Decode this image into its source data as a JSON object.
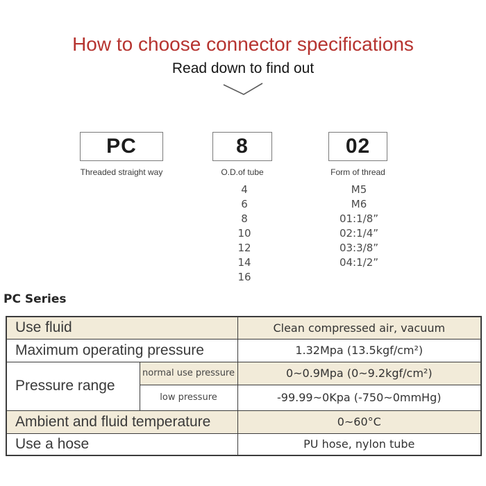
{
  "page": {
    "title": "How to choose connector specifications",
    "subtitle": "Read down to find out"
  },
  "selector": {
    "columns": [
      {
        "code": "PC",
        "caption": "Threaded straight way",
        "options": []
      },
      {
        "code": "8",
        "caption": "O.D.of tube",
        "options": [
          "4",
          "6",
          "8",
          "10",
          "12",
          "14",
          "16"
        ]
      },
      {
        "code": "02",
        "caption": "Form of thread",
        "options": [
          "M5",
          "M6",
          "01:1/8”",
          "02:1/4”",
          "03:3/8”",
          "04:1/2”"
        ]
      }
    ]
  },
  "series": {
    "heading": "PC Series"
  },
  "spec_table": {
    "use_fluid": {
      "label": "Use fluid",
      "value": "Clean compressed air, vacuum"
    },
    "max_pressure": {
      "label": "Maximum operating pressure",
      "value": "1.32Mpa (13.5kgf/cm²)"
    },
    "pressure_range": {
      "label": "Pressure range",
      "normal": {
        "label": "normal use pressure",
        "value": "0~0.9Mpa (0~9.2kgf/cm²)"
      },
      "low": {
        "label": "low pressure",
        "value": "-99.99~0Kpa (-750~0mmHg)"
      }
    },
    "temperature": {
      "label": "Ambient and fluid temperature",
      "value": "0~60°C"
    },
    "hose": {
      "label": "Use a hose",
      "value": "PU hose, nylon tube"
    }
  },
  "colors": {
    "title_red": "#b63430",
    "table_beige": "#f2ebd9",
    "table_border": "#3c3c3c"
  }
}
